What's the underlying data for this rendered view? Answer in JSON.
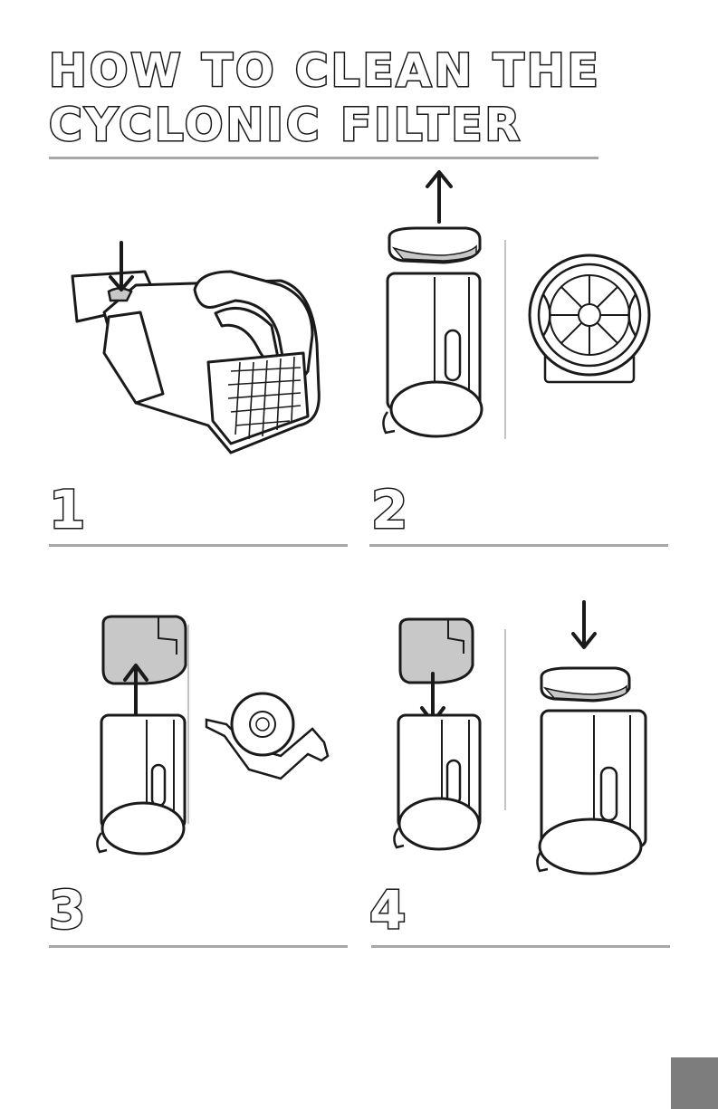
{
  "title": {
    "line1": "HOW TO CLEAN THE",
    "line2": "CYCLONIC FILTER"
  },
  "steps": [
    {
      "number": "1"
    },
    {
      "number": "2"
    },
    {
      "number": "3"
    },
    {
      "number": "4"
    }
  ],
  "colors": {
    "ink": "#1a1a1a",
    "rule": "#a7a7a7",
    "filter_gray": "#c8c8c8",
    "page_tab": "#7d7d7d"
  }
}
